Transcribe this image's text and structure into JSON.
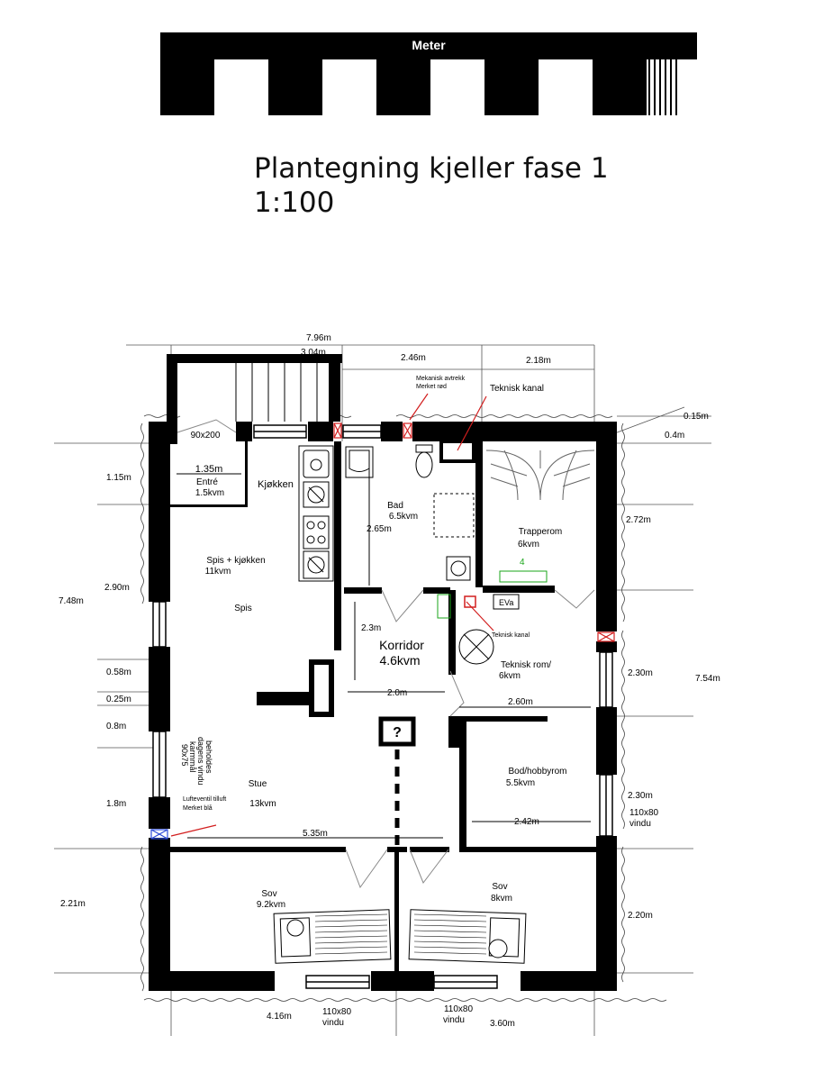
{
  "scale_bar": {
    "label": "Meter"
  },
  "title": {
    "line1": "Plantegning kjeller fase 1",
    "line2": "1:100"
  },
  "colors": {
    "wall": "#000000",
    "annotation_red": "#d21e1e",
    "marker_green": "#1aa51a"
  },
  "rooms": {
    "entre": {
      "width": "1.35m",
      "name": "Entré",
      "area": "1.5kvm"
    },
    "kjokken_label": "Kjøkken",
    "spis_kjokken": {
      "name": "Spis + kjøkken",
      "area": "11kvm"
    },
    "spis_label": "Spis",
    "bad": {
      "name": "Bad",
      "area": "6.5kvm"
    },
    "trapperom": {
      "name": "Trapperom",
      "area": "6kvm"
    },
    "korridor": {
      "name": "Korridor",
      "area": "4.6kvm"
    },
    "teknisk_rom": {
      "name": "Teknisk rom/",
      "area": "6kvm"
    },
    "bod": {
      "name": "Bod/hobbyrom",
      "area": "5.5kvm"
    },
    "stue": {
      "name": "Stue",
      "area": "13kvm"
    },
    "sov_left": {
      "name": "Sov",
      "area": "9.2kvm"
    },
    "sov_right": {
      "name": "Sov",
      "area": "8kvm"
    }
  },
  "annotations": {
    "door_90x200": "90x200",
    "mek_line1": "Mekanisk avtrekk",
    "mek_line2": "Merket rød",
    "teknisk_kanal_top": "Teknisk kanal",
    "teknisk_kanal_small": "Teknisk kanal",
    "window_90x75_lines": [
      "90x75",
      "karmmål",
      "dagens vindu",
      "beholdes"
    ],
    "luft_line1": "Lufteventil tilluft",
    "luft_line2": "Merket blå",
    "window_110x80": "110x80",
    "vindu": "vindu",
    "question_mark": "?",
    "eva_mark": "EVa",
    "stair_mark": "4"
  },
  "dimensions": {
    "top_total": "7.96m",
    "top_304": "3.04m",
    "top_246": "2.46m",
    "top_218": "2.18m",
    "right_015": "0.15m",
    "right_04": "0.4m",
    "left_115": "1.15m",
    "left_748": "7.48m",
    "left_290": "2.90m",
    "left_058": "0.58m",
    "left_025": "0.25m",
    "left_08": "0.8m",
    "left_18": "1.8m",
    "left_221": "2.21m",
    "bad_265": "2.65m",
    "kor_23": "2.3m",
    "kor_20": "2.0m",
    "right_272": "2.72m",
    "right_230a": "2.30m",
    "right_754": "7.54m",
    "tek_260": "2.60m",
    "right_230b": "2.30m",
    "bod_242": "2.42m",
    "stue_535": "5.35m",
    "right_220": "2.20m",
    "bottom_416": "4.16m",
    "bottom_360": "3.60m"
  }
}
